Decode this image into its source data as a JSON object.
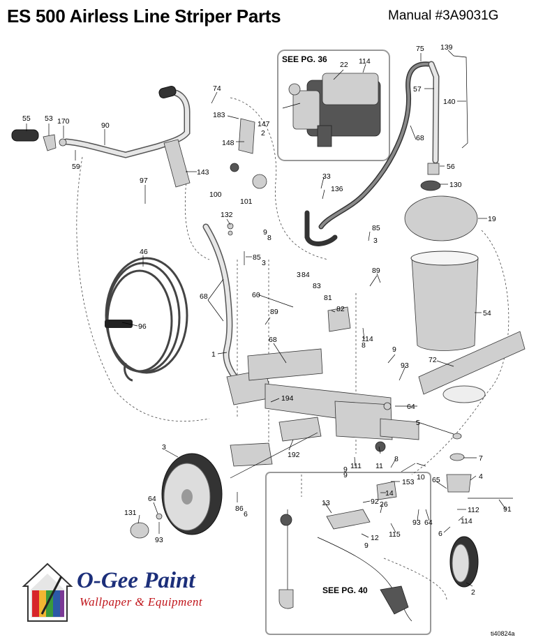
{
  "header": {
    "title": "ES 500 Airless Line Striper Parts",
    "manual": "Manual #3A9031G"
  },
  "callouts": {
    "pg36": "SEE PG. 36",
    "pg40": "SEE PG. 40"
  },
  "parts": {
    "p55": "55",
    "p53": "53",
    "p170": "170",
    "p90": "90",
    "p59": "59",
    "p74": "74",
    "p183": "183",
    "p147": "147",
    "p148": "148",
    "p143": "143",
    "p97": "97",
    "p100": "100",
    "p101": "101",
    "p132": "132",
    "p9a": "9",
    "p46": "46",
    "p96": "96",
    "p85a": "85",
    "p68a": "68",
    "p60": "60",
    "p89a": "89",
    "p84": "84",
    "p83": "83",
    "p81": "81",
    "p82": "82",
    "p114a": "114",
    "p1": "1",
    "p68b": "68",
    "p194": "194",
    "p192": "192",
    "p3": "3",
    "p64a": "64",
    "p131": "131",
    "p93a": "93",
    "p86": "86",
    "p22": "22",
    "p114b": "114",
    "p75": "75",
    "p139": "139",
    "p57": "57",
    "p140": "140",
    "p68c": "68",
    "p56": "56",
    "p33": "33",
    "p136": "136",
    "p130": "130",
    "p19": "19",
    "p85b": "85",
    "p89b": "89",
    "p54": "54",
    "p9b": "9",
    "p93b": "93",
    "p72": "72",
    "p64b": "64",
    "p5": "5",
    "p7": "7",
    "p8": "8",
    "p10": "10",
    "p4": "4",
    "p65": "65",
    "p153": "153",
    "p11": "11",
    "p9c": "9",
    "p111": "111",
    "p14": "14",
    "p92": "92",
    "p26": "26",
    "p13": "13",
    "p112": "112",
    "p91": "91",
    "p93c": "93",
    "p64c": "64",
    "p114c": "114",
    "p6": "6",
    "p115": "115",
    "p12": "12",
    "p2": "2"
  },
  "marks": {
    "m147": "2",
    "m9a": "8",
    "m85a": "3",
    "m84": "3",
    "m85b": "3",
    "m114a": "8",
    "m86": "6",
    "m9c": "9",
    "m12": "9"
  },
  "logo": {
    "name": "O-Gee Paint",
    "tagline": "Wallpaper & Equipment"
  },
  "drawing_id": "ti40824a"
}
